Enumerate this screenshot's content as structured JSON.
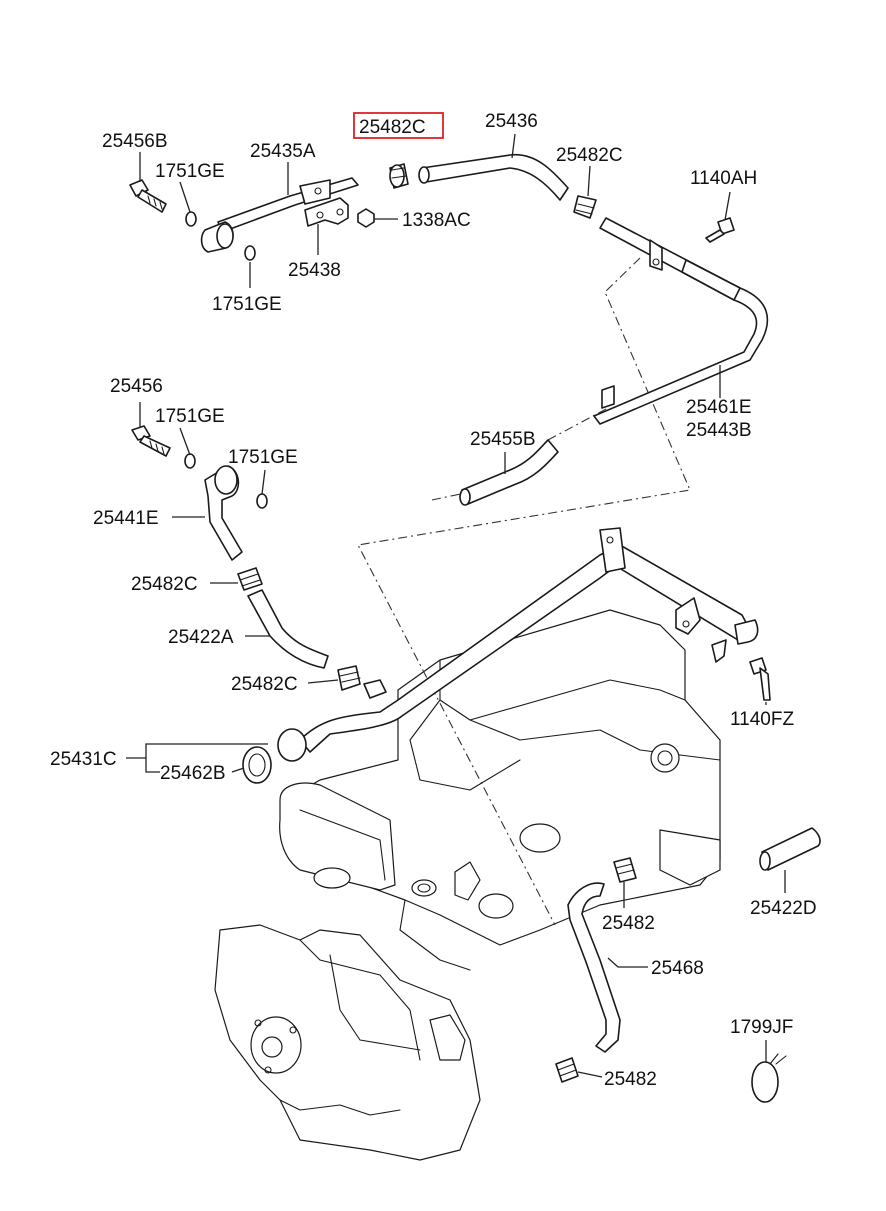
{
  "labels": {
    "p25456B": "25456B",
    "p1751GE_a": "1751GE",
    "p25435A": "25435A",
    "p25482C_highlight": "25482C",
    "p25436": "25436",
    "p25482C_b": "25482C",
    "p1140AH": "1140AH",
    "p1338AC": "1338AC",
    "p25438": "25438",
    "p1751GE_b": "1751GE",
    "p25456": "25456",
    "p1751GE_c": "1751GE",
    "p1751GE_d": "1751GE",
    "p25461E": "25461E",
    "p25443B": "25443B",
    "p25455B": "25455B",
    "p25441E": "25441E",
    "p25482C_c": "25482C",
    "p25422A": "25422A",
    "p25482C_d": "25482C",
    "p1140FZ": "1140FZ",
    "p25431C": "25431C",
    "p25462B": "25462B",
    "p25482_a": "25482",
    "p25422D": "25422D",
    "p25468": "25468",
    "p1799JF": "1799JF",
    "p25482_b": "25482"
  },
  "highlight_color": "#e02020"
}
